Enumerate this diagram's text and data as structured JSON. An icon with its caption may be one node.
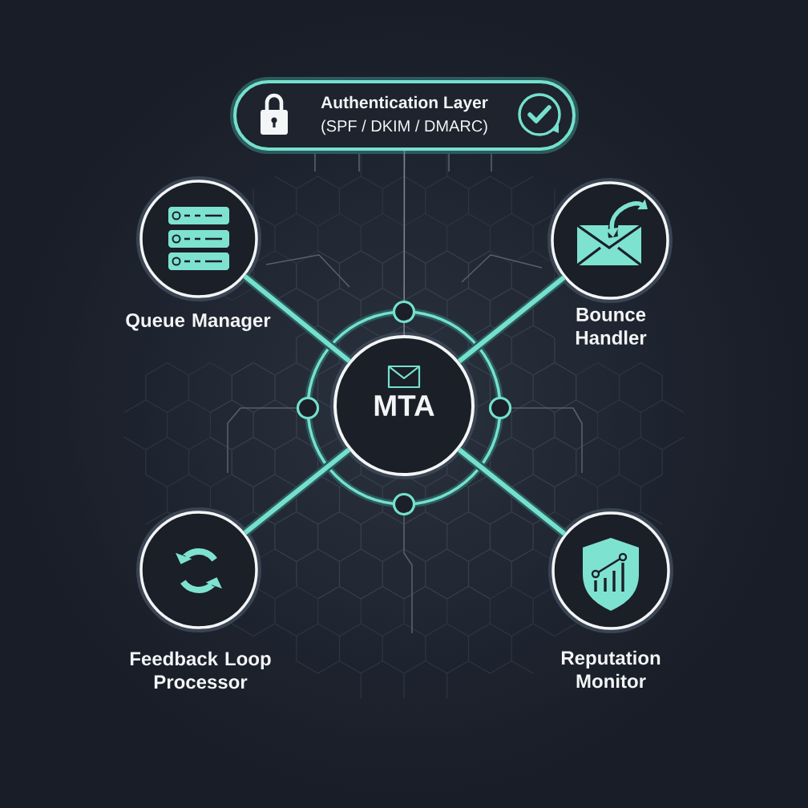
{
  "diagram": {
    "nodes": [
      {
        "text": [
          "Authentication Layer",
          "(SPF / DKIM / DMARC)"
        ]
      },
      {
        "text": [
          "Queue Manager"
        ]
      },
      {
        "text": [
          "Bounce Handler"
        ]
      },
      {
        "text": [
          "MTA"
        ]
      },
      {
        "text": [
          "Feedback Loop Processor"
        ]
      },
      {
        "text": [
          "Reputation Monitor"
        ]
      }
    ],
    "edges": [
      {
        "from": 0,
        "to": 3,
        "arrow": "none",
        "color": "#7a828e"
      },
      {
        "from": 1,
        "to": 3,
        "arrow": "none"
      },
      {
        "from": 2,
        "to": 3,
        "arrow": "none"
      },
      {
        "from": 4,
        "to": 3,
        "arrow": "none"
      },
      {
        "from": 5,
        "to": 3,
        "arrow": "none"
      }
    ]
  }
}
